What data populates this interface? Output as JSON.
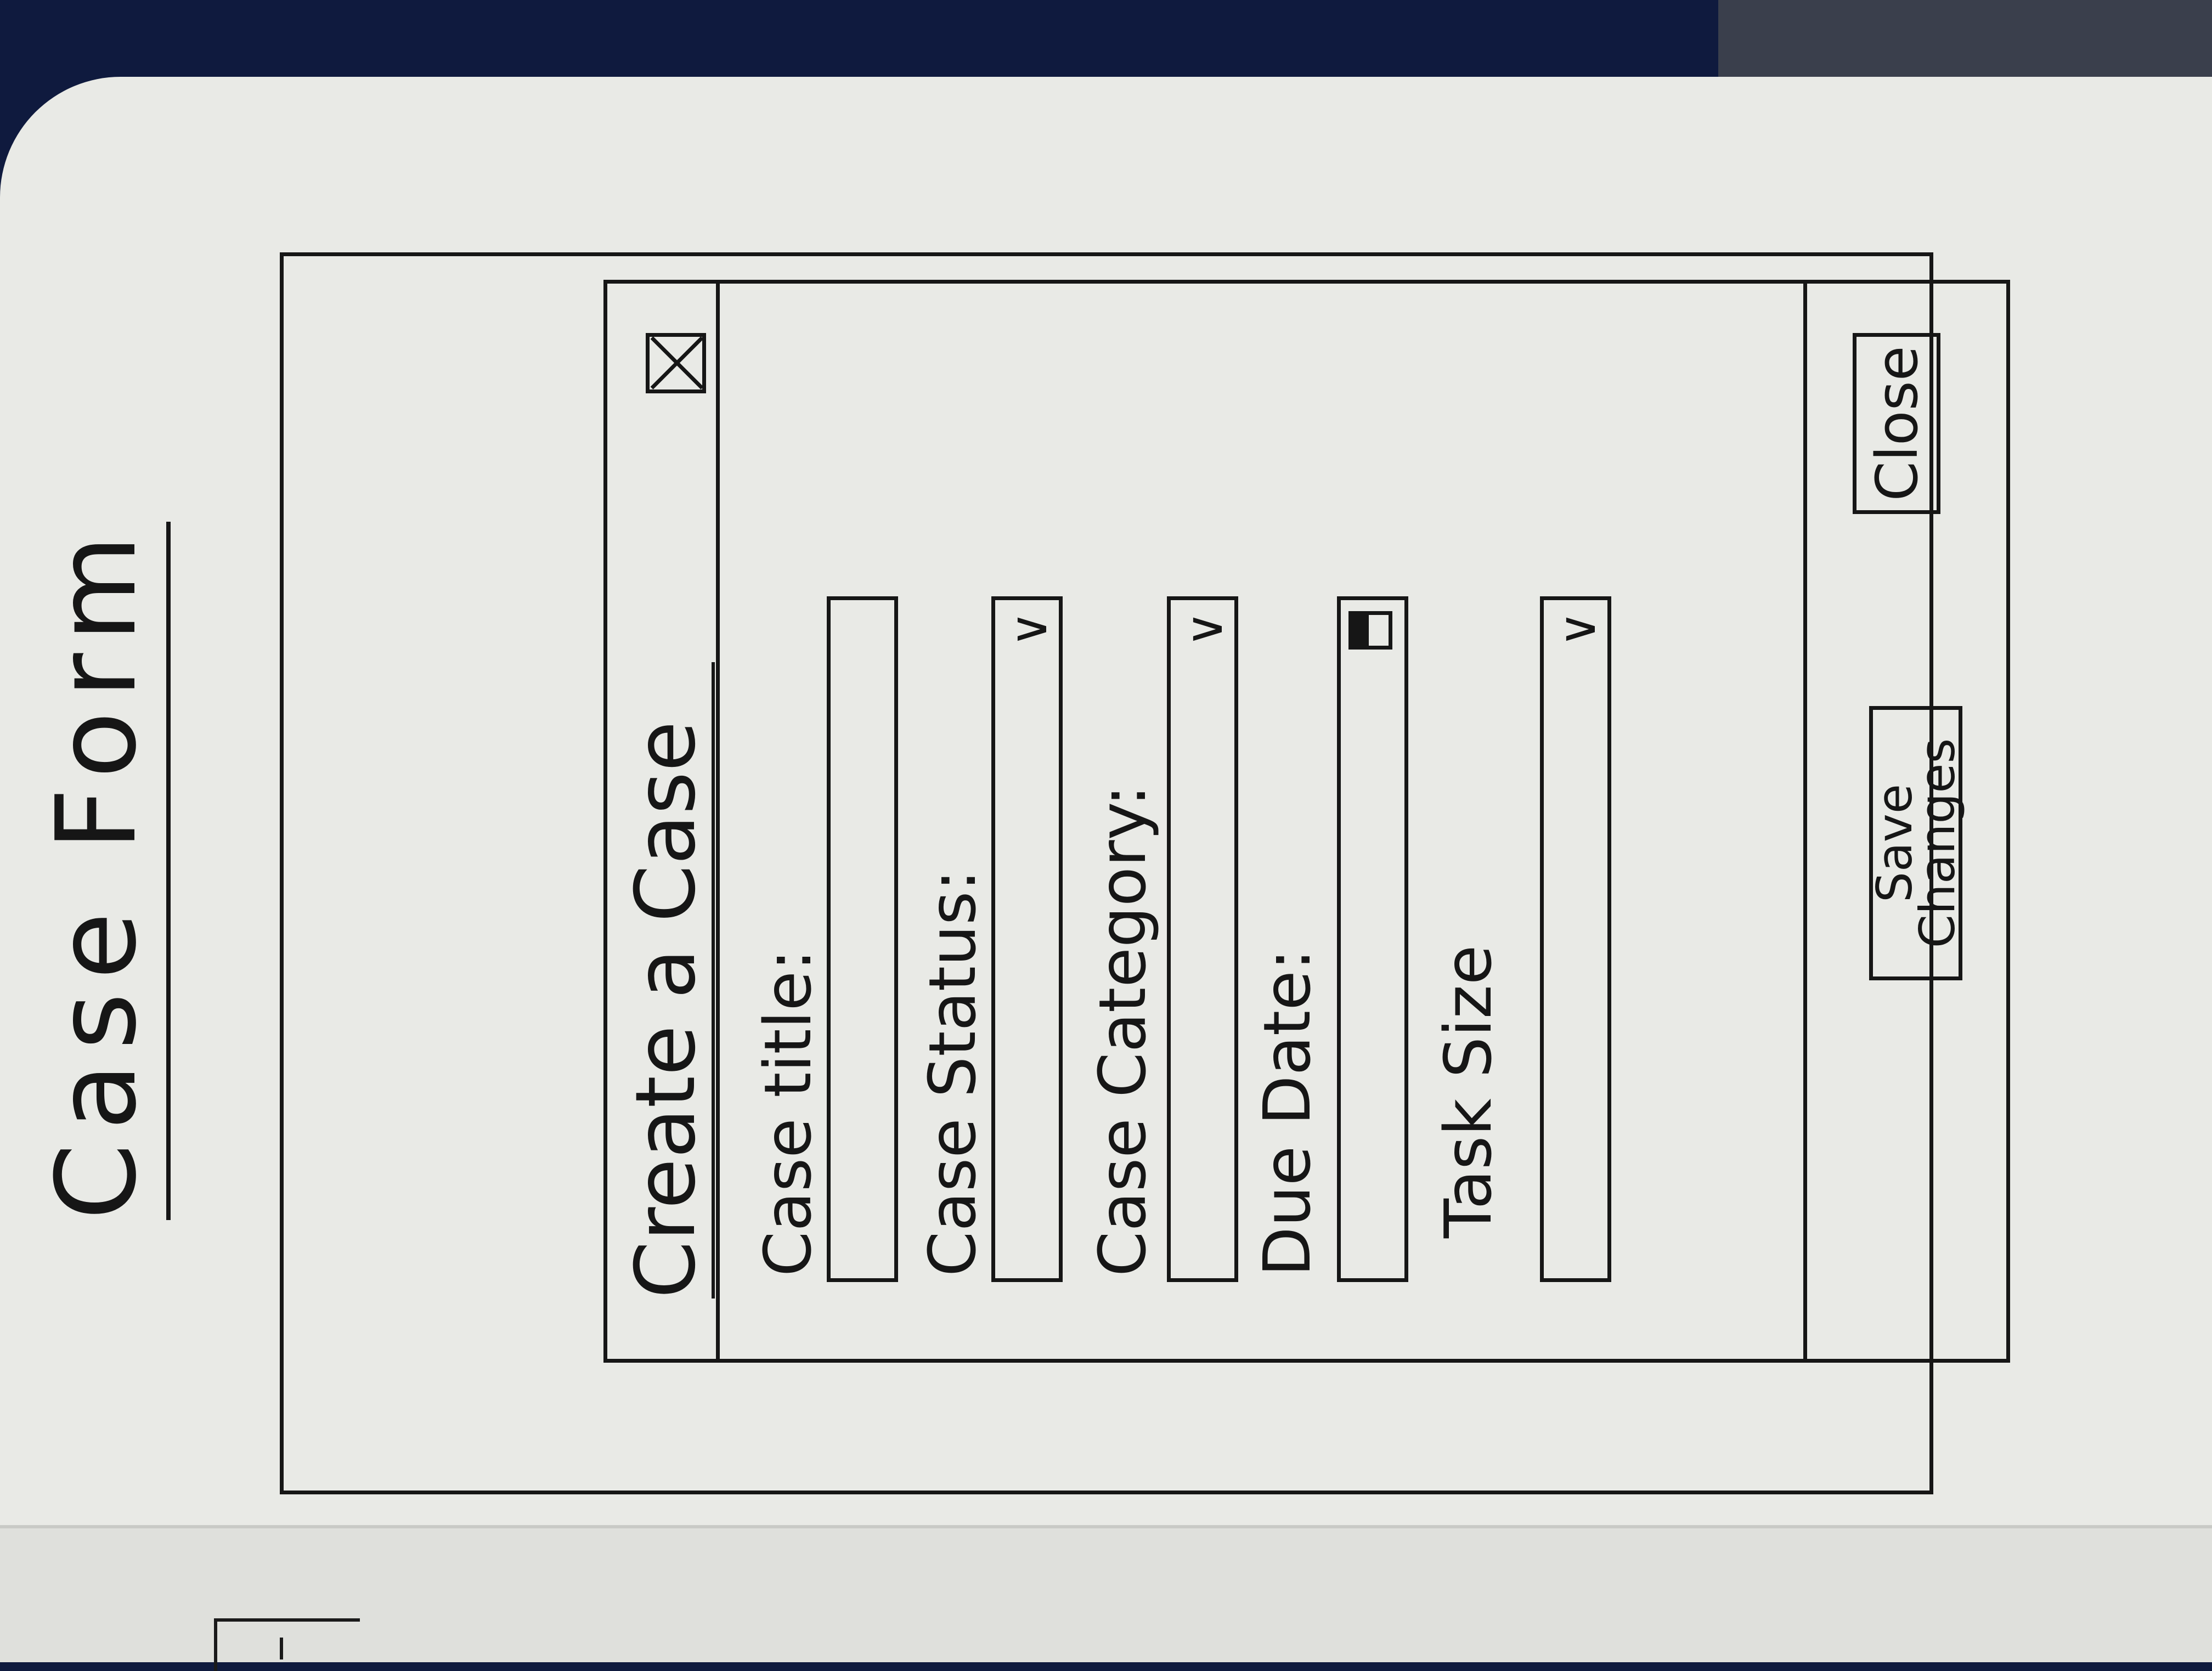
{
  "sketch": {
    "page_title": "Case Form",
    "dialog": {
      "title": "Create a Case",
      "close_icon": "close-x-icon",
      "fields": [
        {
          "label": "Case title:",
          "type": "text"
        },
        {
          "label": "Case Status:",
          "type": "dropdown",
          "icon": "chevron-down-icon"
        },
        {
          "label": "Case Category:",
          "type": "dropdown",
          "icon": "chevron-down-icon"
        },
        {
          "label": "Due Date:",
          "type": "date",
          "icon": "calendar-icon"
        },
        {
          "label": "Task Size",
          "type": "dropdown",
          "icon": "chevron-down-icon"
        }
      ],
      "buttons": {
        "close": "Close",
        "save": "Save\nChanges"
      }
    }
  }
}
